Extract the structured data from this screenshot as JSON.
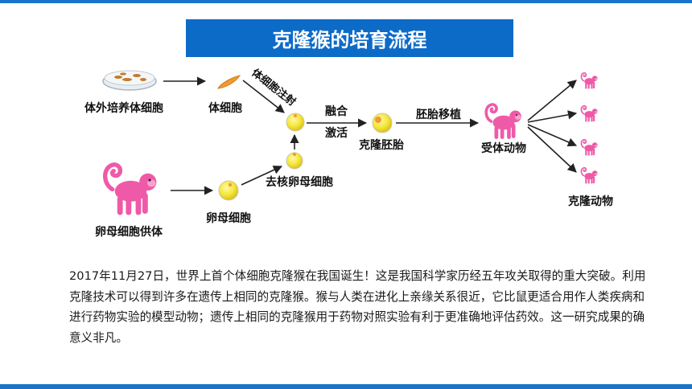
{
  "title": "克隆猴的培育流程",
  "labels": {
    "culture": "体外培养体细胞",
    "somatic": "体细胞",
    "inject": "体细胞注射",
    "fuse": "融合",
    "activate": "激活",
    "clone_embryo": "克隆胚胎",
    "transfer": "胚胎移植",
    "recipient": "受体动物",
    "clones": "克隆动物",
    "enucleated": "去核卵母细胞",
    "oocyte": "卵母细胞",
    "donor": "卵母细胞供体"
  },
  "paragraph": "2017年11月27日，世界上首个体细胞克隆猴在我国诞生！这是我国科学家历经五年攻关取得的重大突破。利用克隆技术可以得到许多在遗传上相同的克隆猴。猴与人类在进化上亲缘关系很近，它比鼠更适合用作人类疾病和进行药物实验的模型动物；遗传上相同的克隆猴用于药物对照实验有利于更准确地评估药效。这一研究成果的确意义非凡。",
  "colors": {
    "accent": "#0d6bc8",
    "monkey": "#ef5aa8",
    "cell": "#f5e63a"
  }
}
